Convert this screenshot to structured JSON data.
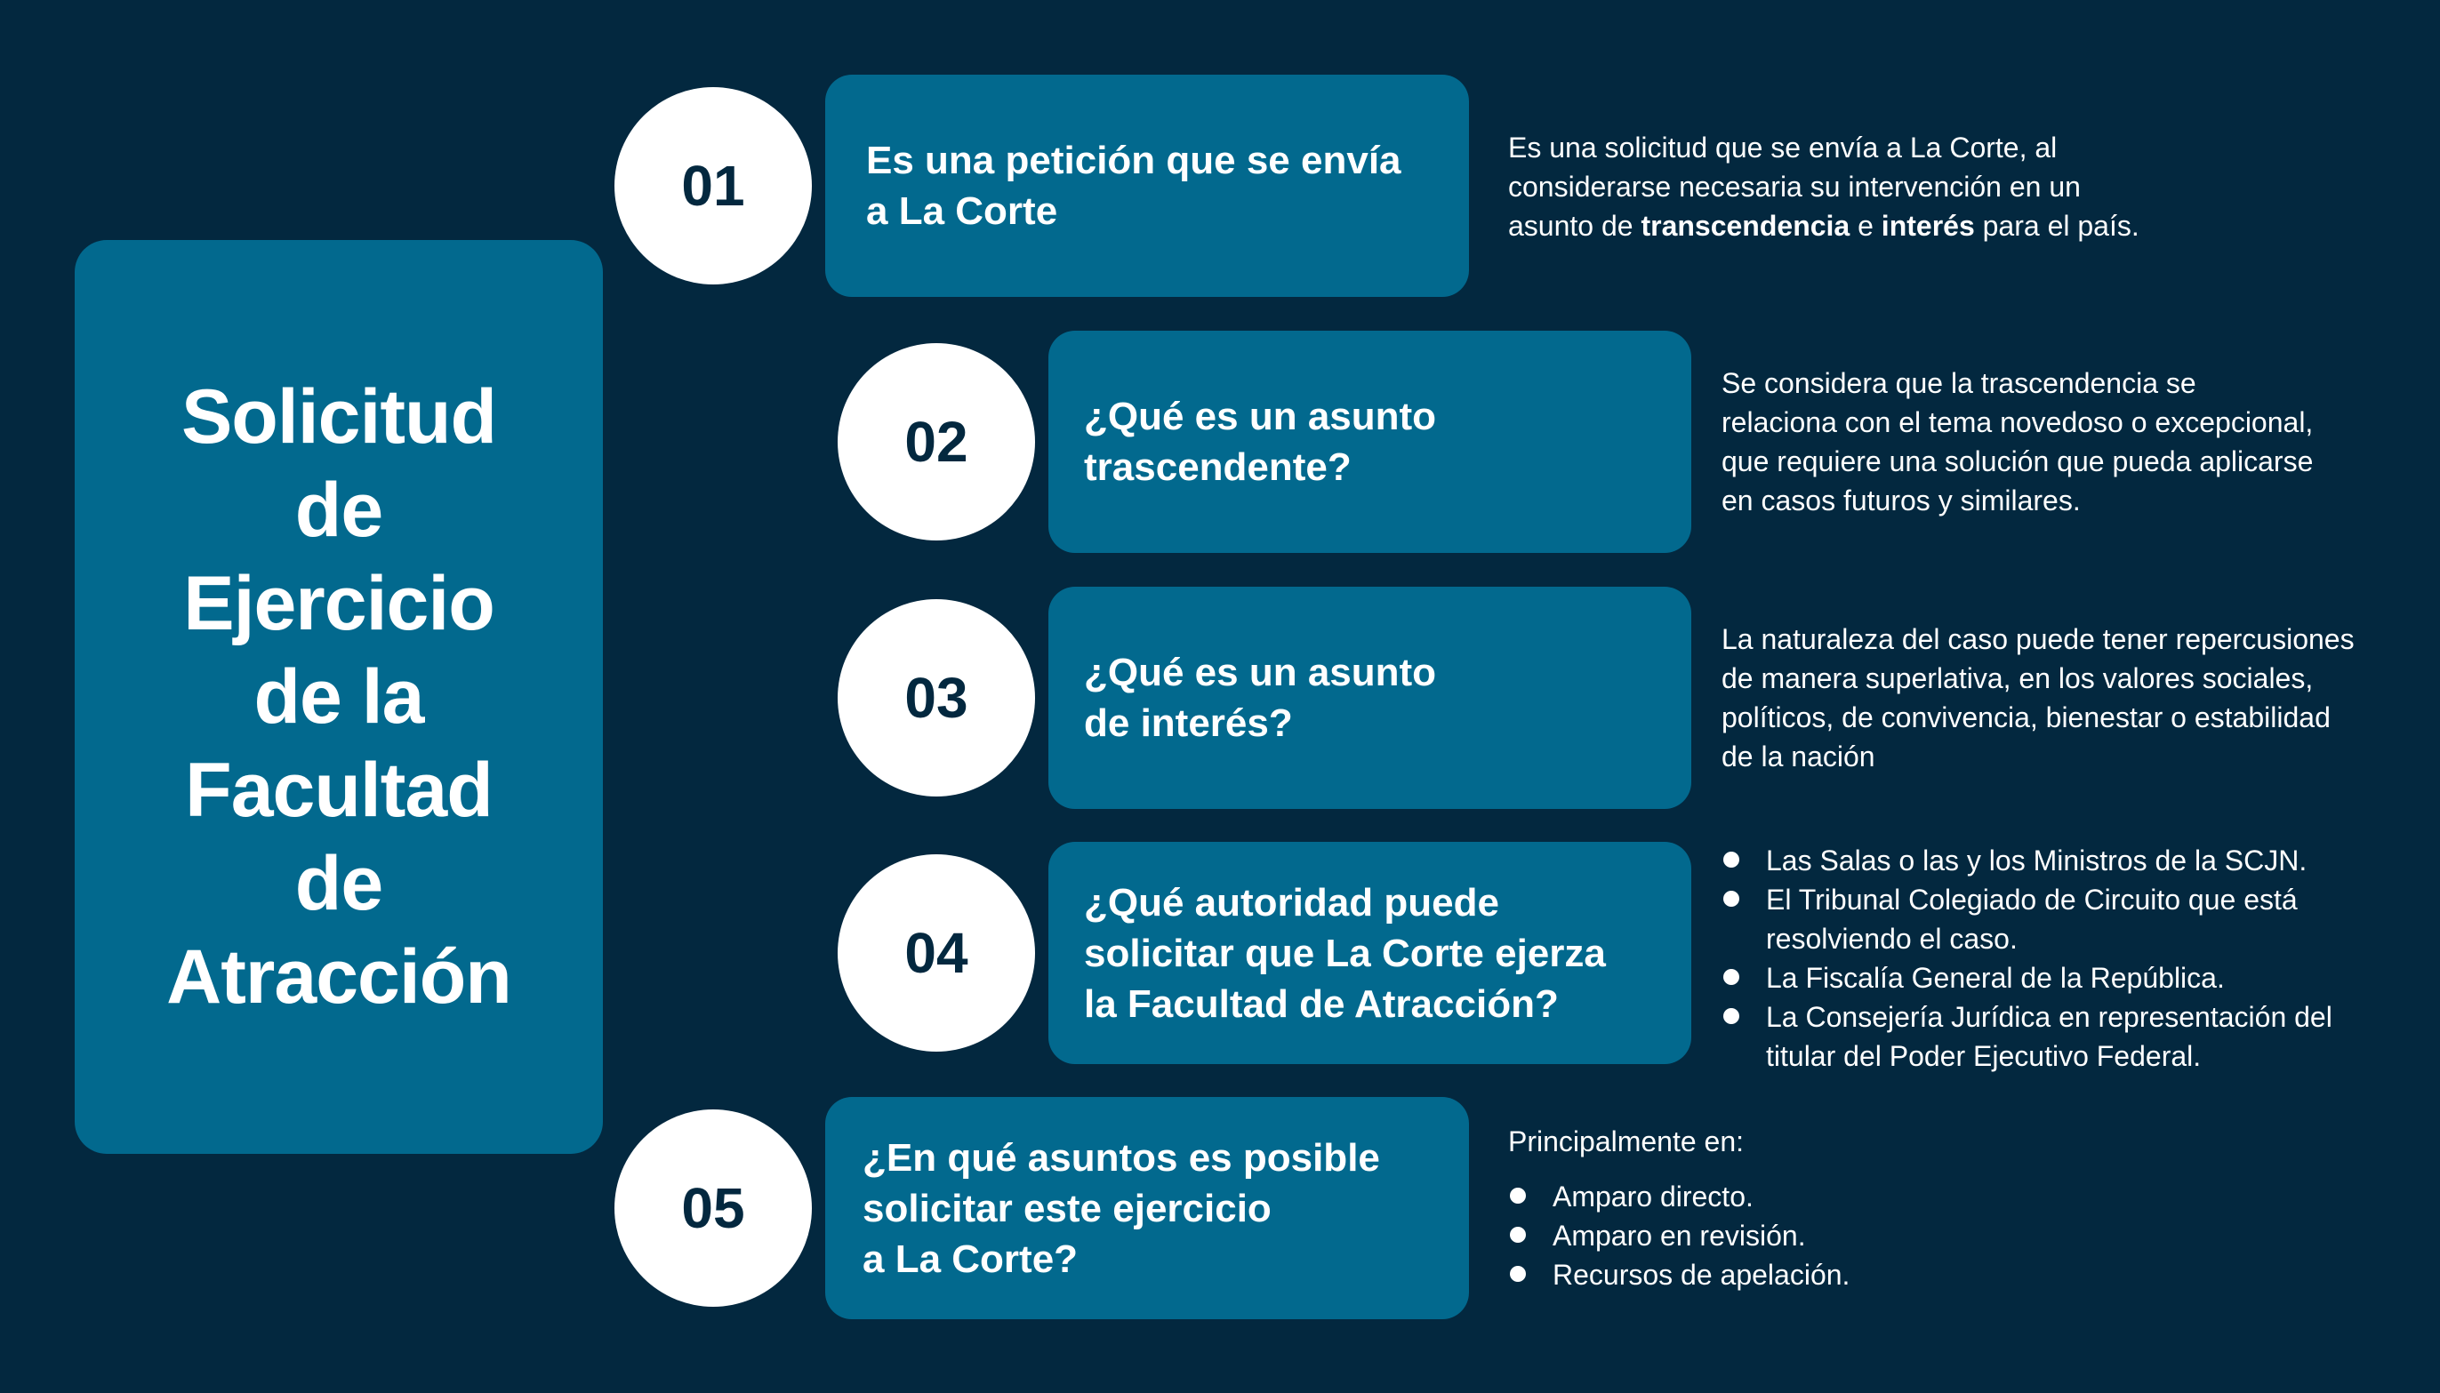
{
  "title": {
    "lines": [
      "Solicitud",
      "de",
      "Ejercicio",
      "de la",
      "Facultad",
      "de",
      "Atracción"
    ]
  },
  "colors": {
    "background": "#03283f",
    "box": "#02698e",
    "circle": "#ffffff",
    "text": "#ffffff",
    "number": "#03283f"
  },
  "steps": [
    {
      "number": "01",
      "question_lines": [
        "Es una petición que se envía",
        "a La Corte"
      ],
      "description": {
        "line1": "Es una solicitud que se envía a La Corte, al",
        "line2": "considerarse necesaria su intervención en un",
        "line3_a": "asunto de ",
        "line3_b": "transcendencia",
        "line3_c": " e ",
        "line3_d": "interés",
        "line3_e": " para el país."
      }
    },
    {
      "number": "02",
      "question_lines": [
        "¿Qué es un asunto",
        "trascendente?"
      ],
      "description_lines": [
        "Se considera que la trascendencia se",
        "relaciona con el tema novedoso o excepcional,",
        "que requiere una solución que pueda aplicarse",
        "en casos futuros y similares."
      ]
    },
    {
      "number": "03",
      "question_lines": [
        "¿Qué es un asunto",
        "de interés?"
      ],
      "description_lines": [
        "La naturaleza del caso puede tener repercusiones",
        "de manera superlativa, en los valores sociales,",
        "políticos, de convivencia, bienestar o estabilidad",
        "de la nación"
      ]
    },
    {
      "number": "04",
      "question_lines": [
        "¿Qué autoridad puede",
        "solicitar que La Corte ejerza",
        "la Facultad de Atracción?"
      ],
      "bullets": [
        [
          "Las Salas o las y los Ministros de la SCJN."
        ],
        [
          "El Tribunal Colegiado de Circuito que está",
          "resolviendo el caso."
        ],
        [
          "La Fiscalía General de la República."
        ],
        [
          "La Consejería Jurídica en representación del",
          "titular del Poder Ejecutivo Federal."
        ]
      ]
    },
    {
      "number": "05",
      "question_lines": [
        "¿En qué asuntos es posible",
        "solicitar este ejercicio",
        "a La Corte?"
      ],
      "intro": "Principalmente en:",
      "bullets": [
        [
          "Amparo directo."
        ],
        [
          "Amparo en revisión."
        ],
        [
          "Recursos de apelación."
        ]
      ]
    }
  ]
}
